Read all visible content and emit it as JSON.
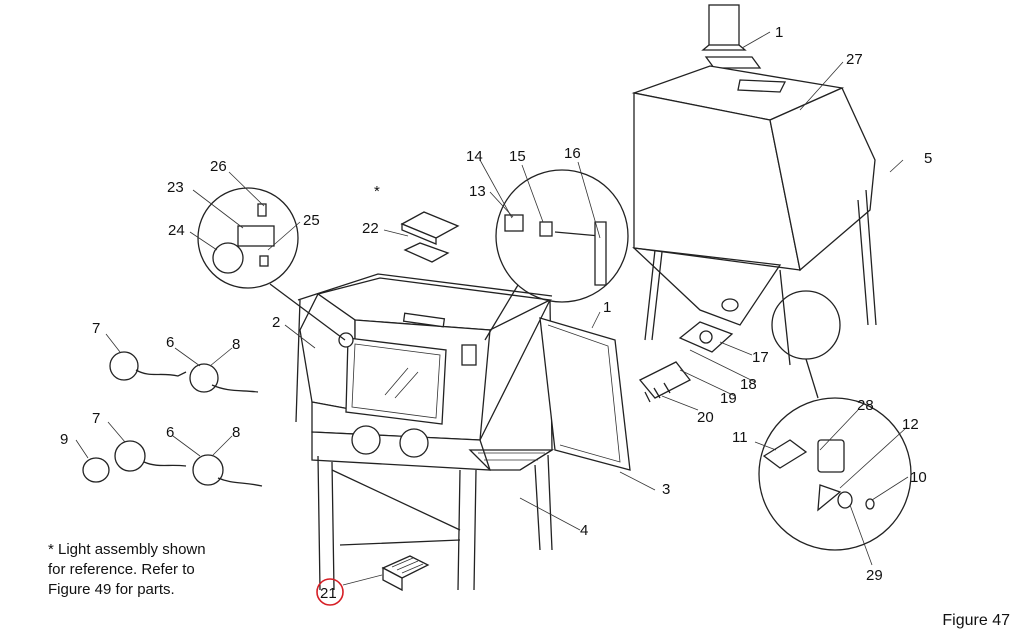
{
  "figure_label": "Figure 47",
  "note_lines": [
    "* Light assembly shown",
    "for reference. Refer to",
    "Figure 49 for parts."
  ],
  "light_asterisk": "*",
  "callouts": [
    "1",
    "27",
    "14",
    "15",
    "16",
    "5",
    "26",
    "23",
    "13",
    "25",
    "24",
    "22",
    "2",
    "1",
    "7",
    "6",
    "8",
    "17",
    "18",
    "19",
    "20",
    "28",
    "7",
    "6",
    "8",
    "11",
    "12",
    "9",
    "3",
    "10",
    "4",
    "29",
    "21"
  ],
  "highlight_color": "#d61f26"
}
